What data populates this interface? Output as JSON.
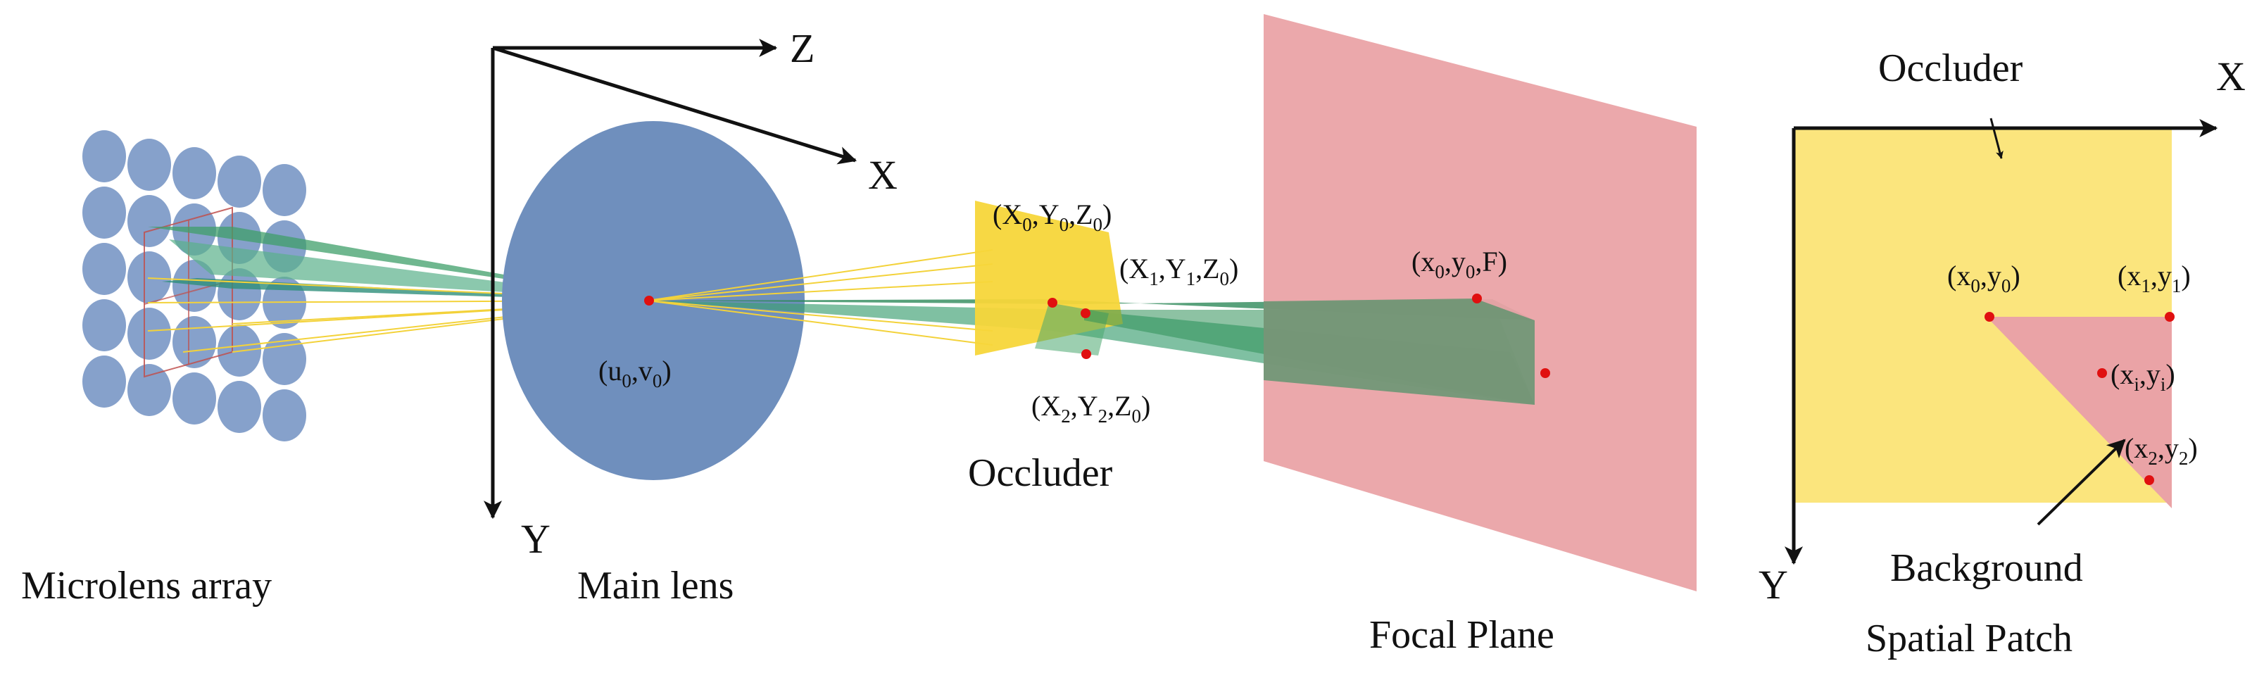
{
  "captions": {
    "microlens_array": "Microlens array",
    "main_lens": "Main lens",
    "occluder": "Occluder",
    "focal_plane": "Focal Plane",
    "occluder_right": "Occluder",
    "background_line1": "Background",
    "background_line2": "Spatial Patch"
  },
  "axes_left": {
    "z": "Z",
    "x": "X",
    "y": "Y"
  },
  "axes_right": {
    "x": "X",
    "y": "Y"
  },
  "coords": {
    "lens_center": {
      "base": [
        "(u",
        ",v",
        ")"
      ],
      "sub": [
        "0",
        "0"
      ]
    },
    "p0": {
      "base": [
        "(X",
        ",Y",
        ",Z",
        ")"
      ],
      "sub": [
        "0",
        "0",
        "0"
      ]
    },
    "p1": {
      "base": [
        "(X",
        ",Y",
        ",Z",
        ")"
      ],
      "sub": [
        "1",
        "1",
        "0"
      ]
    },
    "p2": {
      "base": [
        "(X",
        ",Y",
        ",Z",
        ")"
      ],
      "sub": [
        "2",
        "2",
        "0"
      ]
    },
    "focal_point": {
      "base": [
        "(x",
        ",y",
        ",F)"
      ],
      "sub": [
        "0",
        "0"
      ]
    },
    "r0": {
      "base": [
        "(x",
        ",y",
        ")"
      ],
      "sub": [
        "0",
        "0"
      ]
    },
    "r1": {
      "base": [
        "(x",
        ",y",
        ")"
      ],
      "sub": [
        "1",
        "1"
      ]
    },
    "ri": {
      "base": [
        "(x",
        ",y",
        ")"
      ],
      "sub": [
        "i",
        "i"
      ]
    },
    "r2": {
      "base": [
        "(x",
        ",y",
        ")"
      ],
      "sub": [
        "2",
        "2"
      ]
    }
  },
  "colors": {
    "lens_blue": "#6f8fbd",
    "microlens_blue": "#7f9cc8",
    "occluder_yellow": "#f7d63a",
    "patch_yellow": "#fbe57d",
    "focal_pink": "#eaa3a6",
    "ray_green": "#3f9f6a",
    "ray_yellow": "#f3d23a",
    "point_red": "#e01010",
    "frame_red": "#c0504d"
  }
}
